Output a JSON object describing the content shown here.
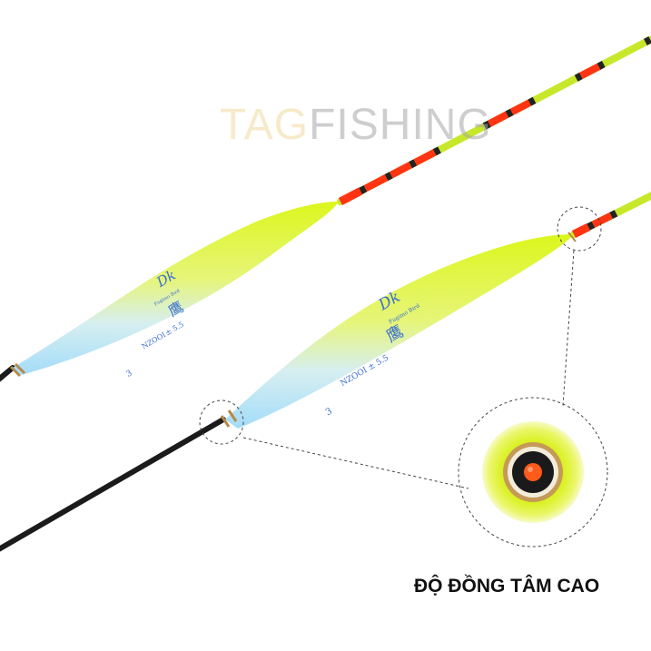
{
  "watermark": {
    "part1": "TAG",
    "part2": "FISHING"
  },
  "caption": "ĐỘ ĐỒNG TÂM CAO",
  "float_print": {
    "mark": "Dk",
    "brand": "Fugimo Bird",
    "model": "NZOOI",
    "spec": "± 5.5",
    "number": "3"
  },
  "colors": {
    "body_top": "#d9f51a",
    "body_bottom": "#a9def8",
    "tip_red": "#ff3a1a",
    "tip_green": "#c5e81e",
    "stem": "#1a1a1a",
    "ring": "#b58a4a",
    "guide_line": "#444444"
  }
}
